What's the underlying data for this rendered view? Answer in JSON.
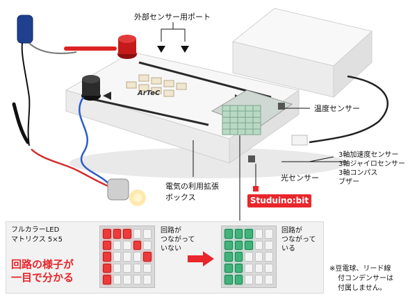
{
  "labels": {
    "external_port": "外部センサー用ポート",
    "temp_sensor": "温度センサー",
    "accel": "3軸加速度センサー",
    "gyro": "3軸ジャイロセンサー",
    "compass": "3軸コンパス",
    "buzzer": "ブザー",
    "light_sensor": "光センサー",
    "box_line1": "電気の利用拡張",
    "box_line2": "ボックス",
    "studuino": "Studuino:bit",
    "logo": "ArTeC"
  },
  "panel": {
    "matrix_title_line1": "フルカラーLED",
    "matrix_title_line2": "マトリクス 5×5",
    "headline_line1": "回路の様子が",
    "headline_line2": "一目で分かる",
    "state_off_line1": "回路が",
    "state_off_line2": "つながって",
    "state_off_line3": "いない",
    "state_on_line1": "回路が",
    "state_on_line2": "つながって",
    "state_on_line3": "いる",
    "matrix_off_lit": [
      1,
      1,
      1,
      0,
      0,
      1,
      0,
      0,
      1,
      0,
      1,
      0,
      0,
      0,
      1,
      1,
      0,
      0,
      0,
      0,
      1,
      0,
      0,
      0,
      0
    ],
    "matrix_on_lit": [
      1,
      1,
      1,
      0,
      0,
      1,
      1,
      1,
      0,
      0,
      1,
      1,
      0,
      0,
      0,
      1,
      1,
      0,
      0,
      0,
      1,
      1,
      0,
      0,
      0
    ],
    "color_off": "#ee3a3a",
    "color_on": "#3fb37a"
  },
  "note": {
    "line1": "※豆電球、リード線",
    "line2": "付コンデンサーは",
    "line3": "付属しません。"
  }
}
